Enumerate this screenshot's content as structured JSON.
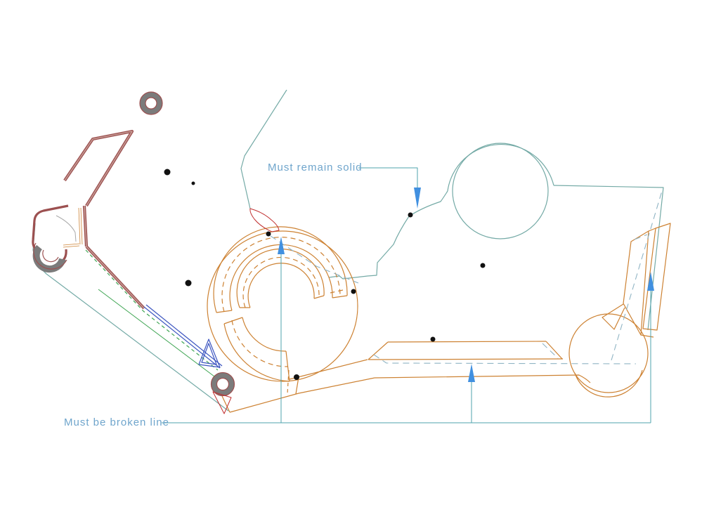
{
  "annotations": {
    "solid": {
      "text": "Must remain solid"
    },
    "broken": {
      "text": "Must be broken line"
    }
  },
  "arrows": [
    {
      "icon": "arrow-down-icon",
      "direction": "down"
    },
    {
      "icon": "arrow-up-icon",
      "direction": "up"
    },
    {
      "icon": "arrow-up-icon",
      "direction": "up"
    },
    {
      "icon": "arrow-up-icon",
      "direction": "up"
    }
  ],
  "colors": {
    "outline_teal": "#74aaa6",
    "leader_teal": "#4fa3ae",
    "label_blue": "#6fa5cc",
    "cad_orange": "#cd8233",
    "maroon": "#9c5050",
    "maroon_core": "#c59a93",
    "steel_gray": "#7b7b7b",
    "light_gray": "#a9a9a9",
    "green": "#3fa553",
    "blue": "#3c55c0",
    "arrow_blue": "#4190e0",
    "hatch_red": "#c03030",
    "centerline": "#8fb4c4",
    "dot_black": "#111111"
  }
}
